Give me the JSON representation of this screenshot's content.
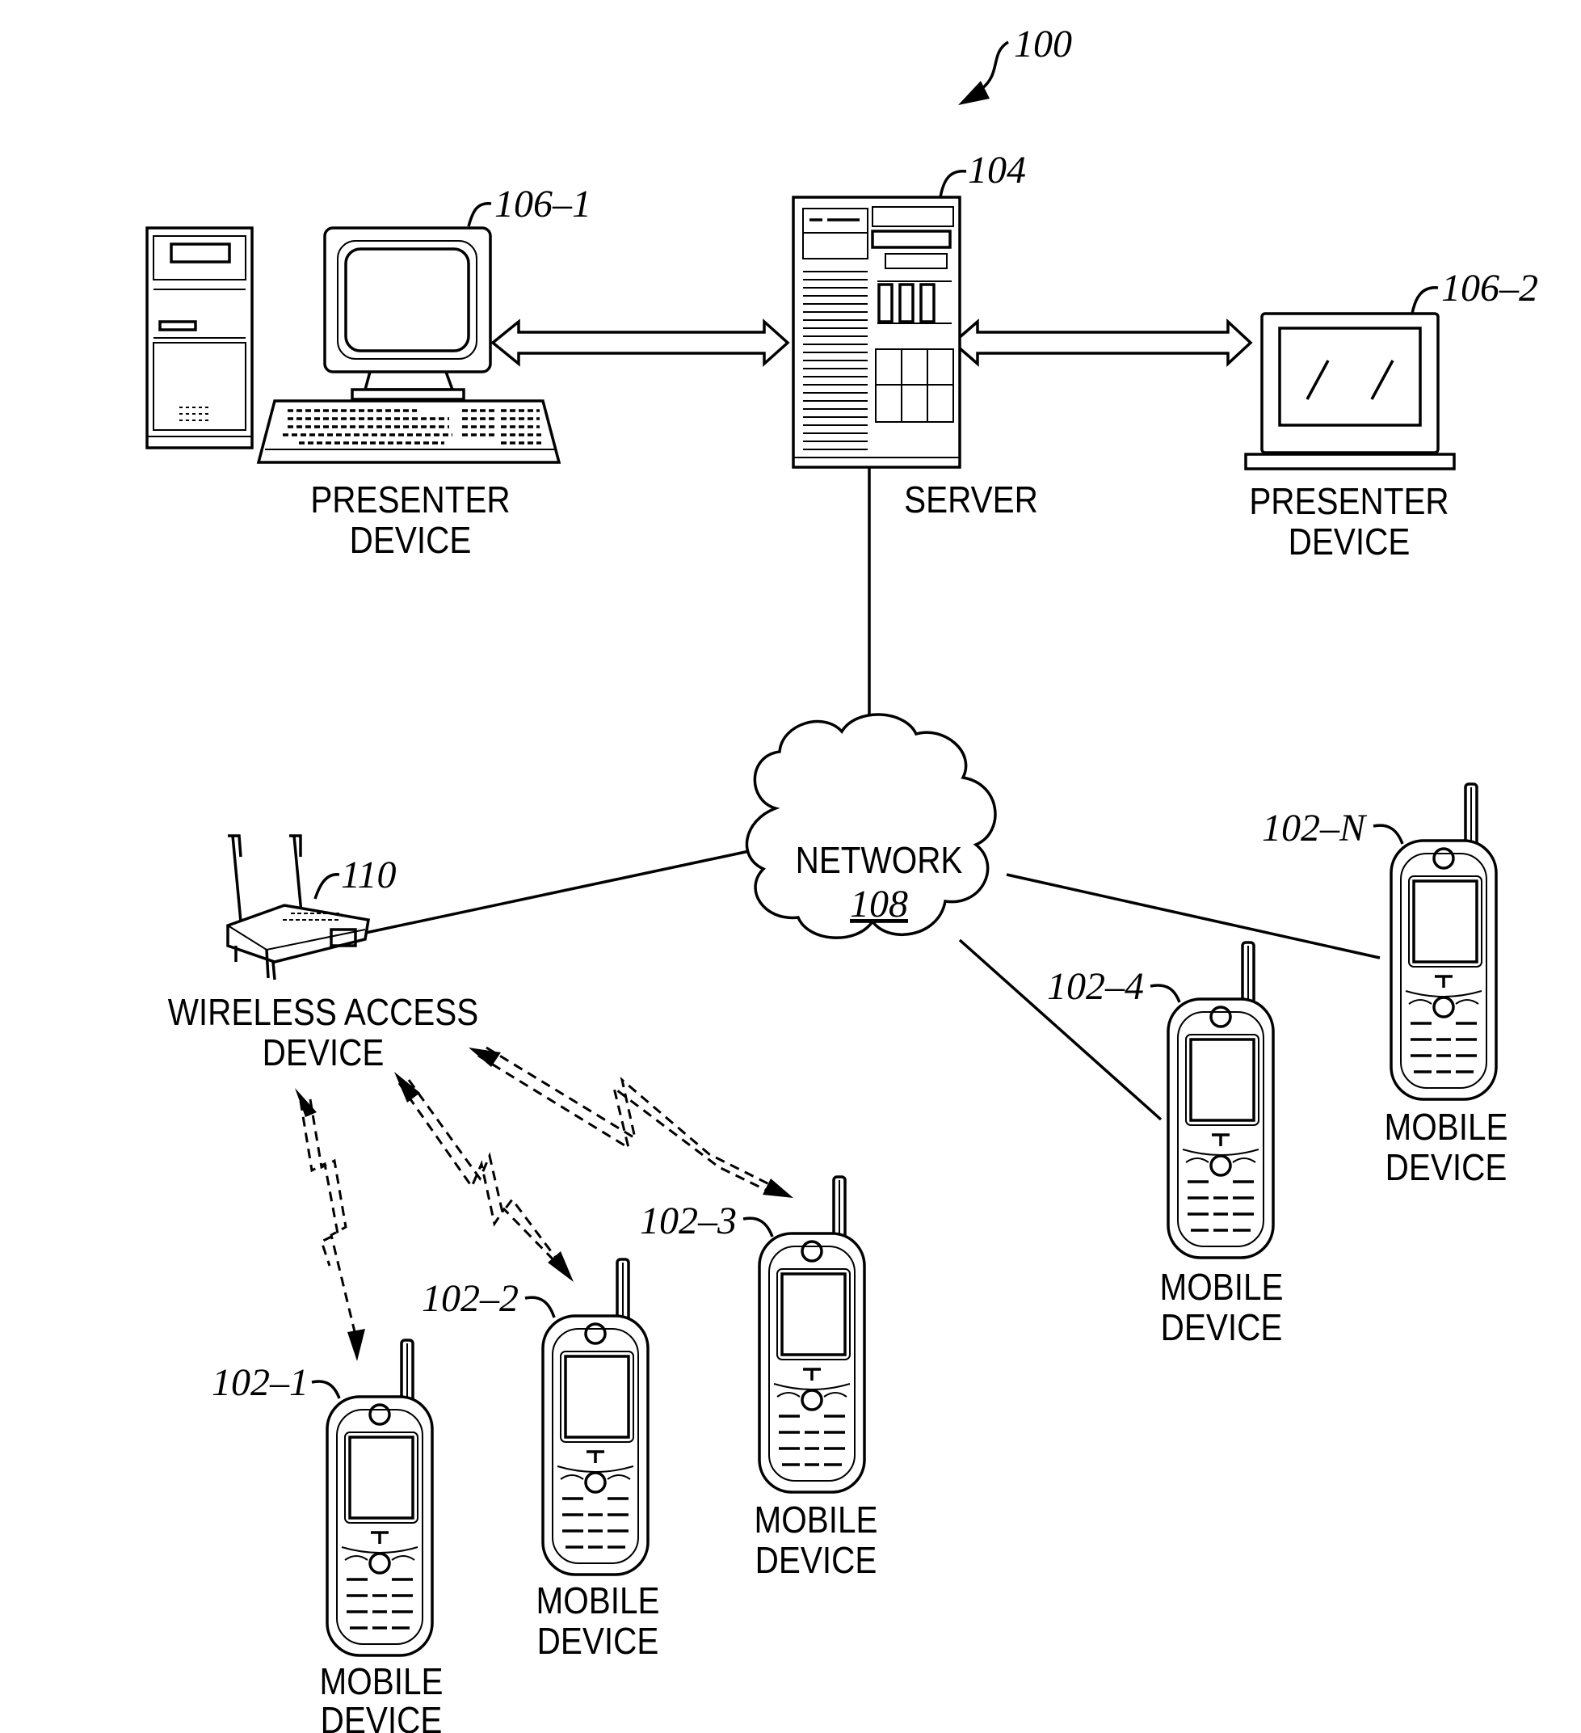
{
  "figure_ref": "100",
  "server": {
    "ref": "104",
    "label": "SERVER"
  },
  "presenter_device_1": {
    "ref": "106–1",
    "label_line1": "PRESENTER",
    "label_line2": "DEVICE"
  },
  "presenter_device_2": {
    "ref": "106–2",
    "label_line1": "PRESENTER",
    "label_line2": "DEVICE"
  },
  "network": {
    "label": "NETWORK",
    "ref": "108"
  },
  "wireless_access_device": {
    "ref": "110",
    "label_line1": "WIRELESS ACCESS",
    "label_line2": "DEVICE"
  },
  "mobile_devices": [
    {
      "ref": "102–1",
      "label_line1": "MOBILE",
      "label_line2": "DEVICE"
    },
    {
      "ref": "102–2",
      "label_line1": "MOBILE",
      "label_line2": "DEVICE"
    },
    {
      "ref": "102–3",
      "label_line1": "MOBILE",
      "label_line2": "DEVICE"
    },
    {
      "ref": "102–4",
      "label_line1": "MOBILE",
      "label_line2": "DEVICE"
    },
    {
      "ref": "102–N",
      "label_line1": "MOBILE",
      "label_line2": "DEVICE"
    }
  ]
}
